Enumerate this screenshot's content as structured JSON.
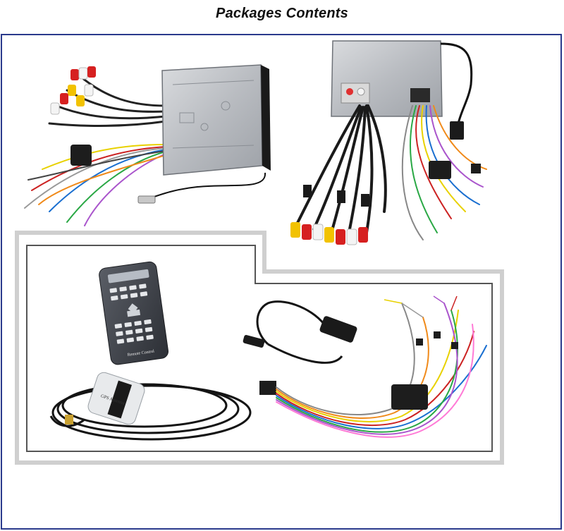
{
  "header": {
    "title": "Packages Contents"
  },
  "items": {
    "remote_label": "Remote Control",
    "gps_label": "GPS Antenna"
  },
  "colors": {
    "frame_border": "#2a3a8c",
    "rca_yellow": "#f2c200",
    "rca_red": "#d62020",
    "rca_white": "#f4f4f4"
  },
  "icons": [
    "head-unit-photo",
    "rca-harness-photo",
    "remote-control-photo",
    "gps-antenna-photo",
    "usb-cable-photo",
    "wiring-harness-photo"
  ]
}
